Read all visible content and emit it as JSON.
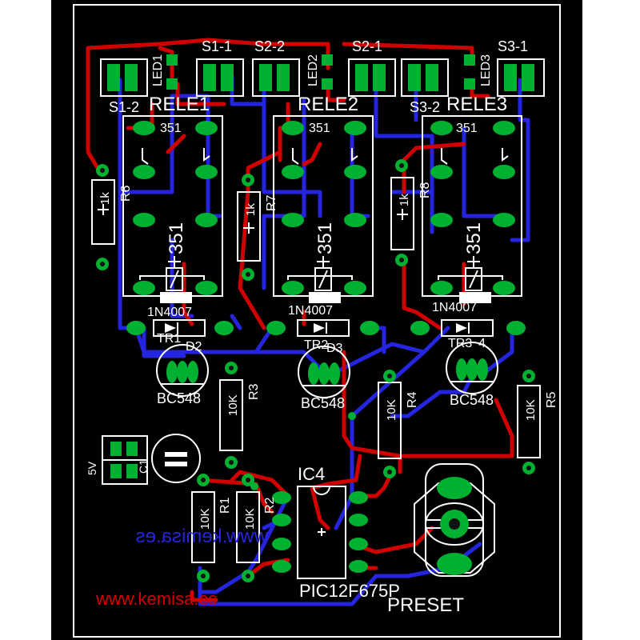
{
  "colors": {
    "background": "#000000",
    "border": "#ffffff",
    "top_copper": "#d00000",
    "bottom_copper": "#2525e0",
    "pad": "#00b030",
    "silkscreen": "#ffffff"
  },
  "labels": {
    "s1_1": "S1-1",
    "s1_2": "S1-2",
    "s2_1": "S2-1",
    "s2_2": "S2-2",
    "s3_1": "S3-1",
    "s3_2": "S3-2",
    "led1": "LED1",
    "led2": "LED2",
    "led3": "LED3",
    "rele1": "RELE1",
    "rele2": "RELE2",
    "rele3": "RELE3",
    "relay_code": "351",
    "r6": "R6",
    "r7": "R7",
    "r8": "R8",
    "r6_value": "1k",
    "r7_value": "1k",
    "r8_value": "1k",
    "d1": "1N4007",
    "d2": "1N4007",
    "d3": "1N4007",
    "tr1": "TR1",
    "tr2": "TR2",
    "tr3": "TR3",
    "d2_ref": "D2",
    "d3_ref": "D3",
    "d4_ref": "4",
    "bc1": "BC548",
    "bc2": "BC548",
    "bc3": "BC548",
    "r3": "R3",
    "r4": "R4",
    "r5": "R5",
    "r3_value": "10K",
    "r4_value": "10K",
    "r5_value": "10K",
    "supply": "5V",
    "c1": "C1",
    "r1": "R1",
    "r2": "R2",
    "r1_value": "10K",
    "r2_value": "10K",
    "ic_ref": "IC4",
    "ic_part": "PIC12F675P",
    "preset": "PRESET",
    "url_blue": "www.kemisa.es",
    "url_red": "www.kemisa.es"
  }
}
